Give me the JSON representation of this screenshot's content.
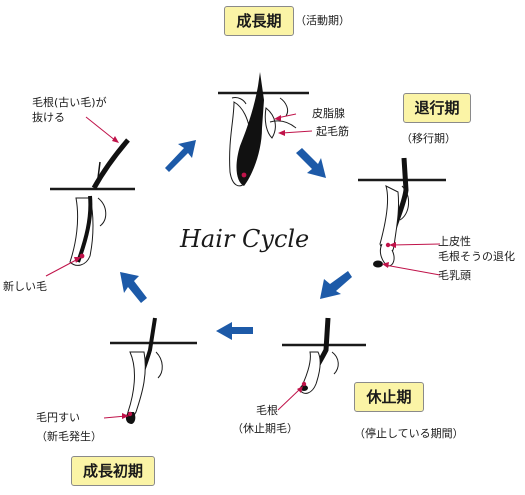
{
  "title": "Hair Cycle",
  "phases": {
    "anagen": {
      "name": "成長期",
      "note": "（活動期）"
    },
    "catagen": {
      "name": "退行期",
      "note": "（移行期）"
    },
    "telogen": {
      "name": "休止期",
      "note": "（停止している期間）"
    },
    "early_anagen": {
      "name": "成長初期"
    }
  },
  "labels": {
    "sebaceous_gland": "皮脂腺",
    "arrector_pili": "起毛筋",
    "old_hair_line1": "毛根(古い毛)が",
    "old_hair_line2": "抜ける",
    "new_hair": "新しい毛",
    "epithelium_line1": "上皮性",
    "epithelium_line2": "毛根そうの退化",
    "papilla": "毛乳頭",
    "root_line1": "毛根",
    "root_line2": "（休止期毛）",
    "bulb_line1": "毛円すい",
    "bulb_line2": "（新毛発生）"
  },
  "colors": {
    "arrow": "#1d5aa8",
    "pointer": "#c0134a",
    "box_fill": "#fbf4a6",
    "ink": "#1a1a1a"
  }
}
